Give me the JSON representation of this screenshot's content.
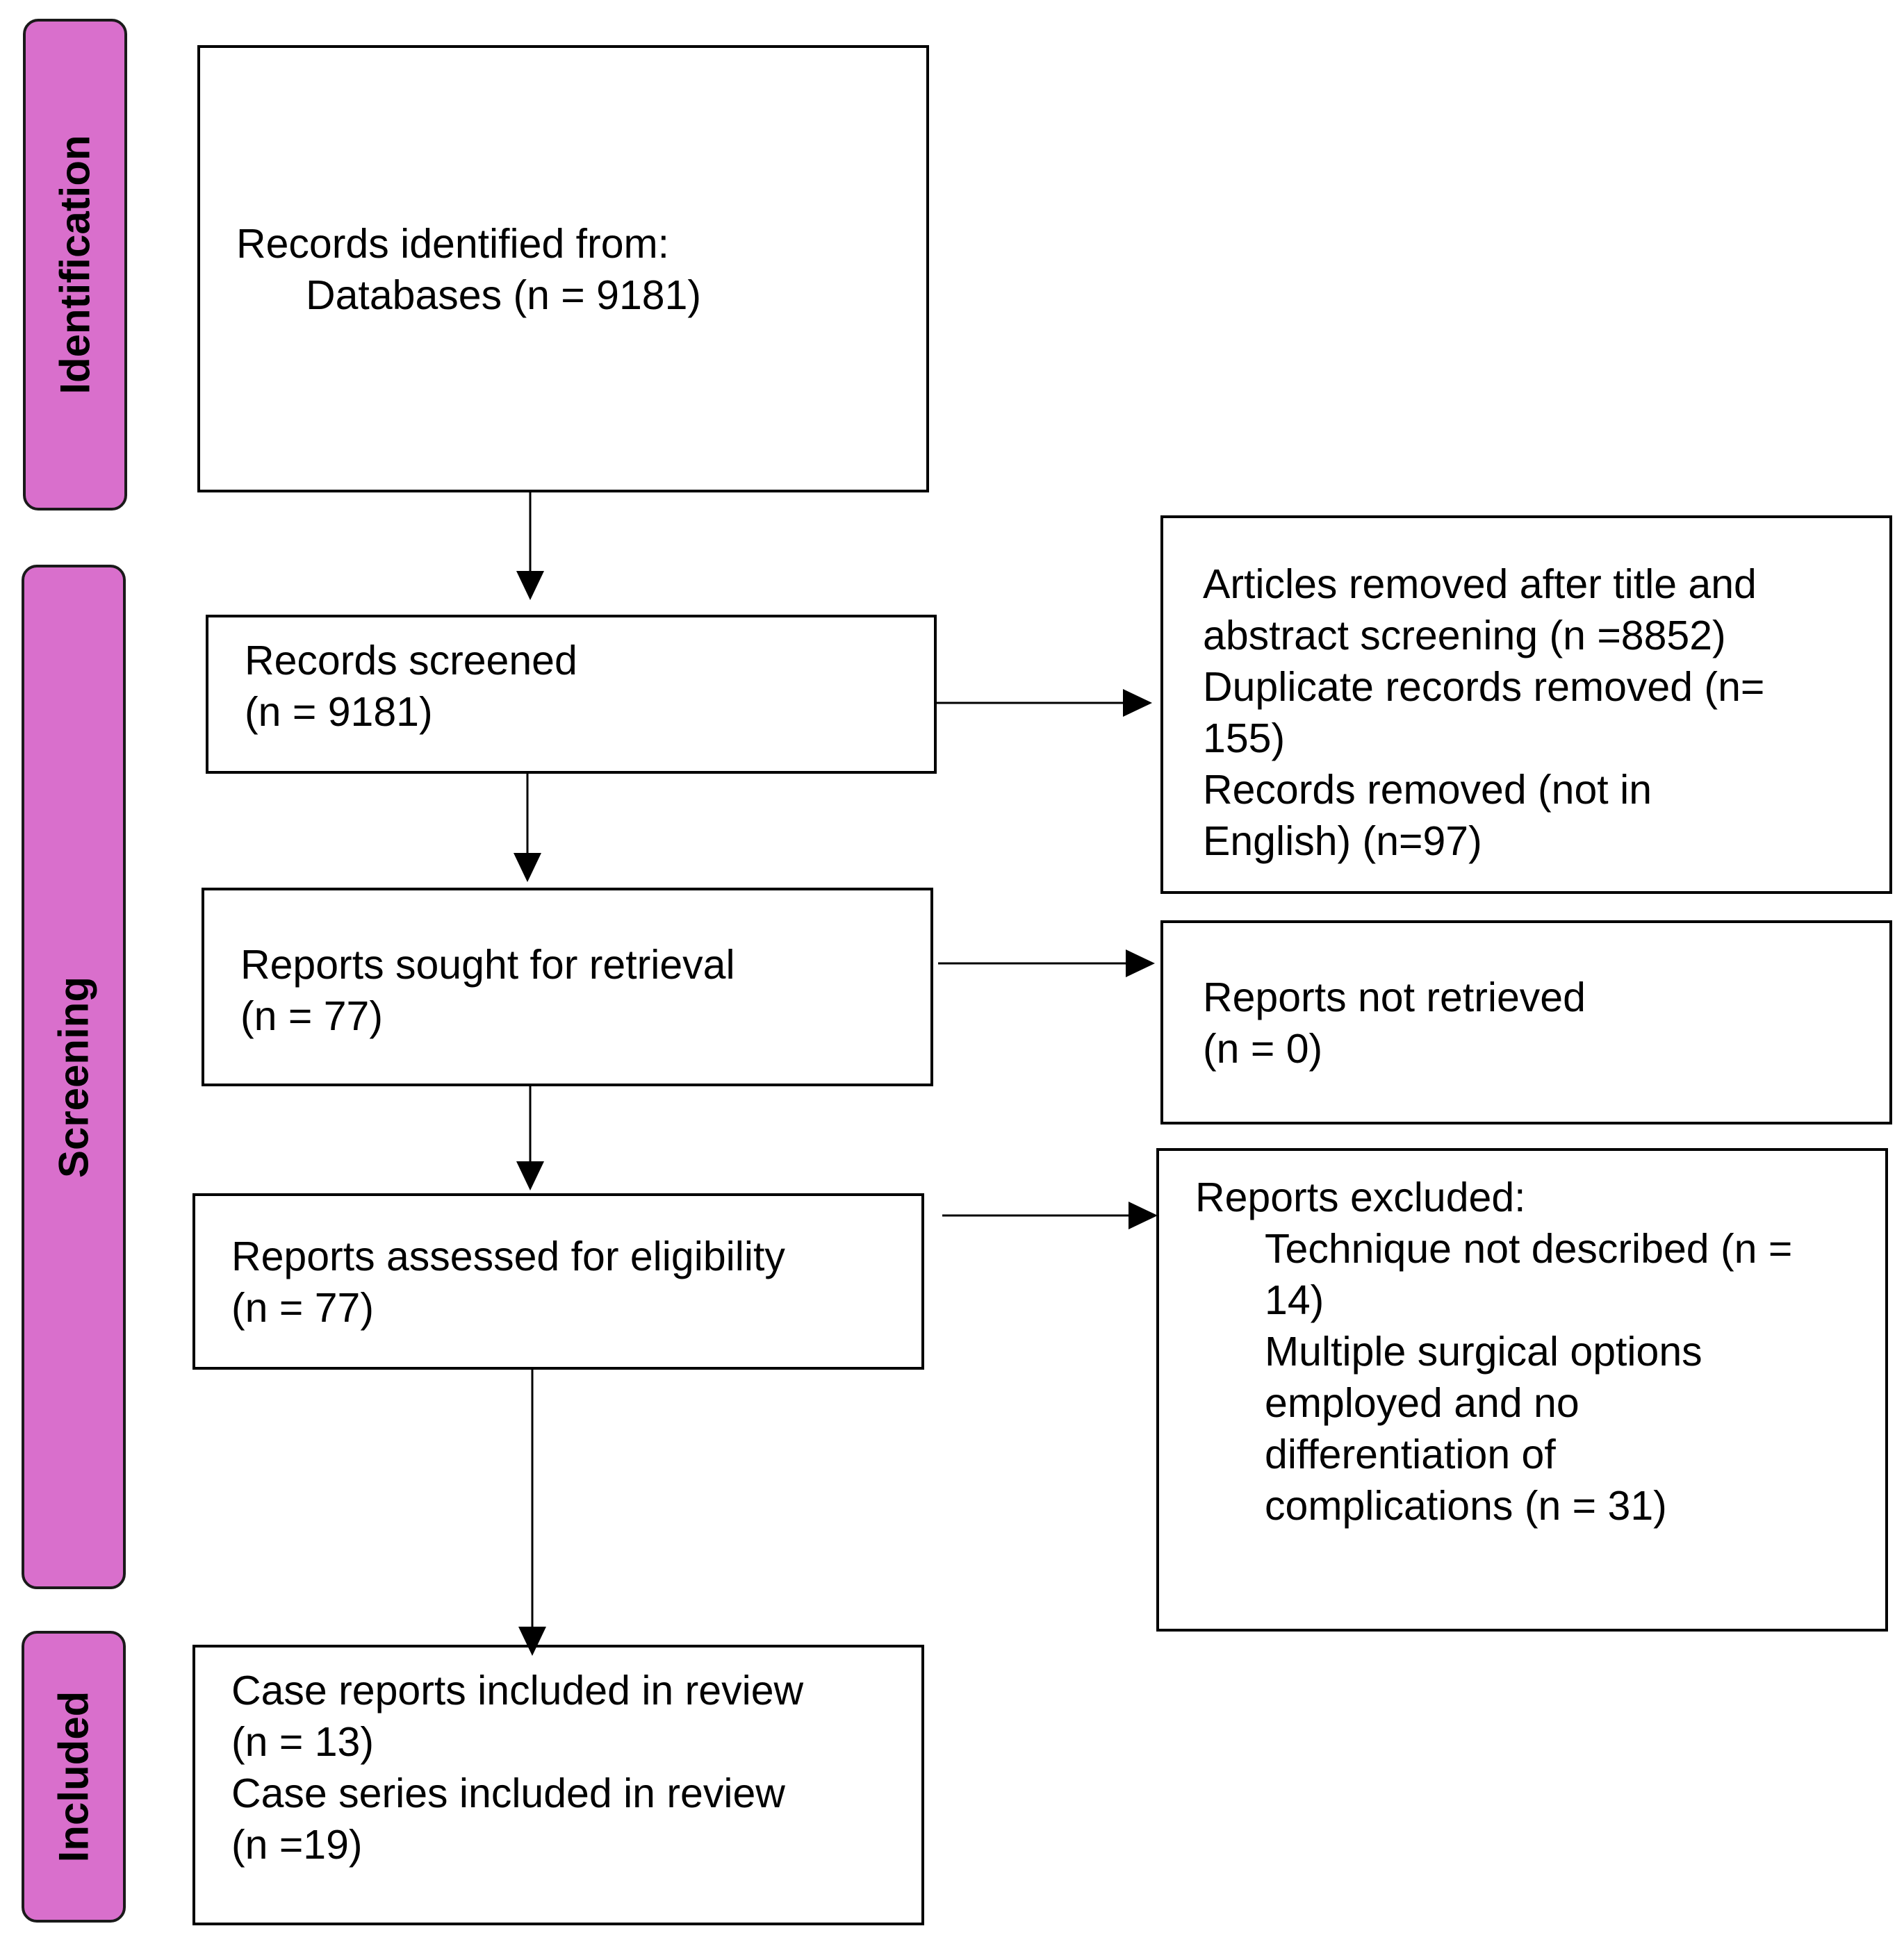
{
  "stages": {
    "identification": "Identification",
    "screening": "Screening",
    "included": "Included"
  },
  "boxes": {
    "identified": {
      "line1": "Records identified from:",
      "line2": "Databases (n = 9181)"
    },
    "screened": {
      "line1": "Records screened",
      "line2": "(n = 9181)"
    },
    "removed": {
      "line1": "Articles removed after title and",
      "line2": "abstract screening (n =8852)",
      "line3": "Duplicate records removed (n=",
      "line4": "155)",
      "line5": "Records removed (not in",
      "line6": "English) (n=97)"
    },
    "sought": {
      "line1": "Reports sought for retrieval",
      "line2": "(n = 77)"
    },
    "not_retrieved": {
      "line1": "Reports not retrieved",
      "line2": "(n = 0)"
    },
    "assessed": {
      "line1": "Reports assessed for eligibility",
      "line2": "(n = 77)"
    },
    "excluded": {
      "heading": "Reports excluded:",
      "line1": "Technique not described (n =",
      "line2": "14)",
      "line3": "Multiple surgical options",
      "line4": "employed and no",
      "line5": "differentiation of",
      "line6": "complications (n = 31)"
    },
    "included": {
      "line1": "Case reports included in review",
      "line2": "(n = 13)",
      "line3": "Case series included in review",
      "line4": "(n =19)"
    }
  }
}
